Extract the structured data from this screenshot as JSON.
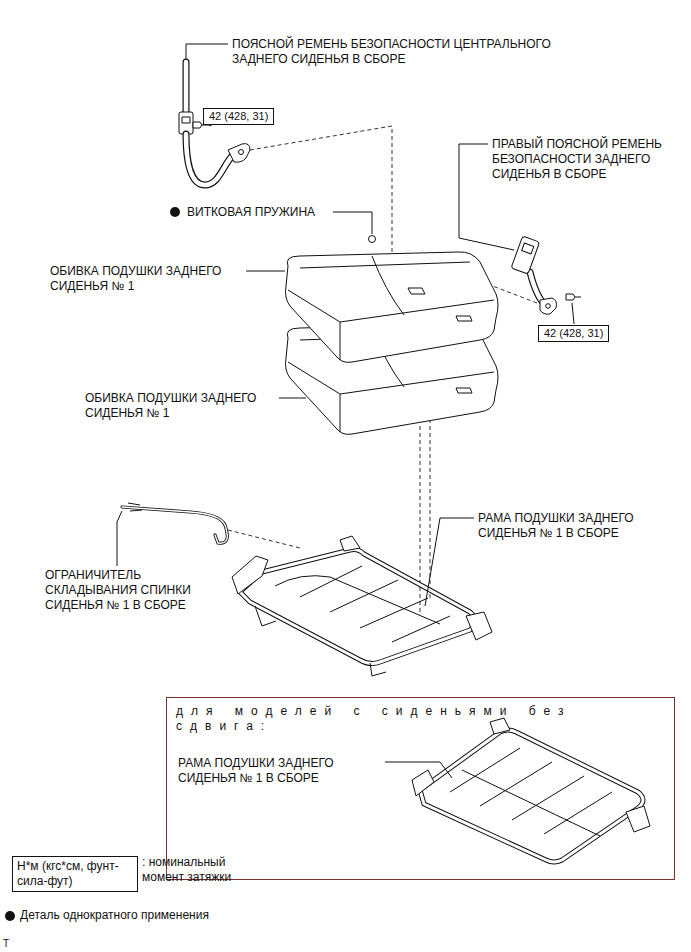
{
  "diagram": {
    "nodes": [
      {
        "text": [
          "42 (428, 31)"
        ]
      },
      {
        "text": [
          "42 (428, 31)"
        ]
      },
      {
        "text": [
          "для моделей с сиденьями без сдвига:"
        ]
      },
      {
        "text": [
          "Н*м (кгс*см, фунт-сила-фут)"
        ]
      }
    ],
    "labels": [
      "ПОЯСНОЙ РЕМЕНЬ БЕЗОПАСНОСТИ ЦЕНТРАЛЬНОГО ЗАДНЕГО СИДЕНЬЯ В СБОРЕ",
      "ВИТКОВАЯ ПРУЖИНА",
      "ПРАВЫЙ ПОЯСНОЙ РЕМЕНЬ БЕЗОПАСНОСТИ ЗАДНЕГО СИДЕНЬЯ В СБОРЕ",
      "ОБИВКА ПОДУШКИ ЗАДНЕГО СИДЕНЬЯ № 1",
      "ОБИВКА ПОДУШКИ ЗАДНЕГО СИДЕНЬЯ № 1",
      "РАМА ПОДУШКИ ЗАДНЕГО СИДЕНЬЯ № 1 В СБОРЕ",
      "ОГРАНИЧИТЕЛЬ СКЛАДЫВАНИЯ СПИНКИ СИДЕНЬЯ № 1 В СБОРЕ",
      "РАМА ПОДУШКИ ЗАДНЕГО СИДЕНЬЯ № 1 В СБОРЕ",
      "T"
    ],
    "legend": [
      {
        "text": ": номинальный момент затяжки"
      },
      {
        "text": "Деталь однократного применения"
      }
    ]
  }
}
